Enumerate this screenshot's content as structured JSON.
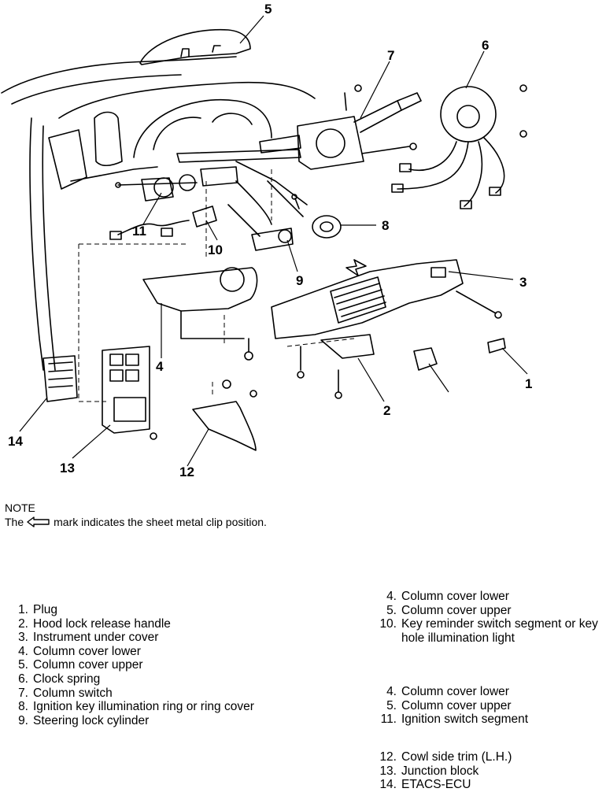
{
  "diagram": {
    "callouts": [
      "1",
      "2",
      "3",
      "4",
      "5",
      "6",
      "7",
      "8",
      "9",
      "10",
      "11",
      "12",
      "13",
      "14"
    ]
  },
  "note": {
    "title": "NOTE",
    "text_before": "The",
    "text_after": "mark indicates the sheet metal clip position.",
    "arrow_icon": "hollow-left-arrow"
  },
  "legend_main": [
    {
      "num": "1.",
      "text": "Plug"
    },
    {
      "num": "2.",
      "text": "Hood lock release handle"
    },
    {
      "num": "3.",
      "text": "Instrument under cover"
    },
    {
      "num": "4.",
      "text": "Column cover lower"
    },
    {
      "num": "5.",
      "text": "Column cover upper"
    },
    {
      "num": "6.",
      "text": "Clock spring"
    },
    {
      "num": "7.",
      "text": "Column switch"
    },
    {
      "num": "8.",
      "text": "Ignition key illumination ring or ring cover"
    },
    {
      "num": "9.",
      "text": "Steering lock cylinder"
    }
  ],
  "legend_group1": [
    {
      "num": "4.",
      "text": "Column cover lower"
    },
    {
      "num": "5.",
      "text": "Column cover upper"
    },
    {
      "num": "10.",
      "text": "Key reminder switch segment or key hole illumination light"
    }
  ],
  "legend_group2": [
    {
      "num": "4.",
      "text": "Column cover lower"
    },
    {
      "num": "5.",
      "text": "Column cover upper"
    },
    {
      "num": "11.",
      "text": "Ignition switch segment"
    }
  ],
  "legend_group3": [
    {
      "num": "12.",
      "text": "Cowl side trim (L.H.)"
    },
    {
      "num": "13.",
      "text": "Junction block"
    },
    {
      "num": "14.",
      "text": "ETACS-ECU"
    }
  ]
}
